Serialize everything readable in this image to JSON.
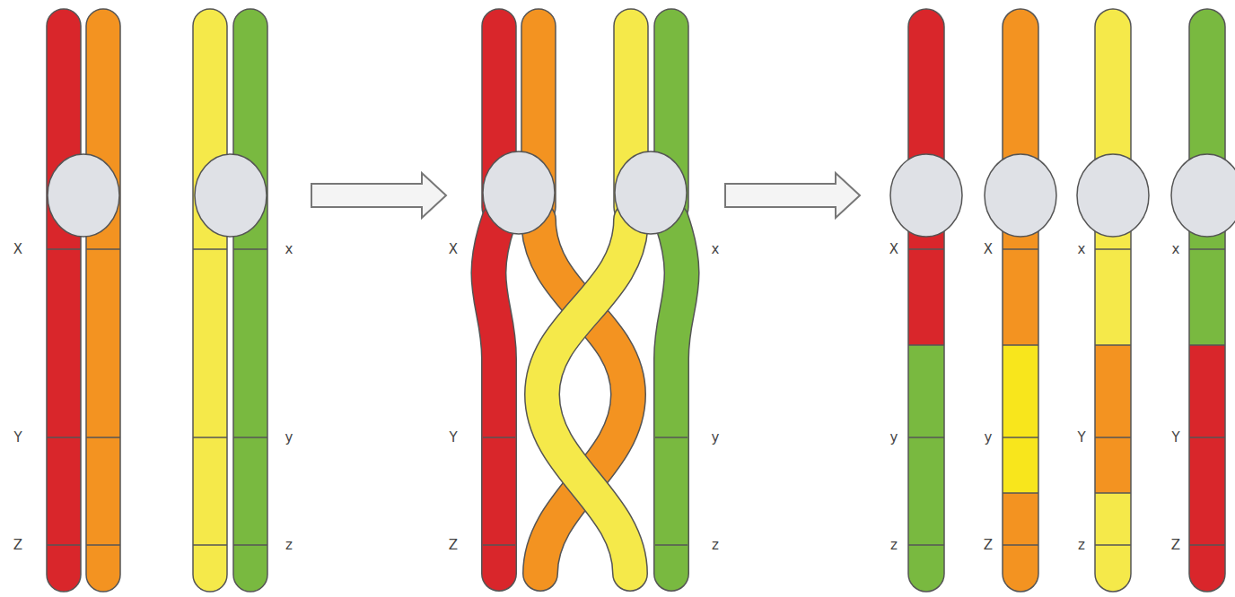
{
  "diagram": {
    "labels": [
      "X",
      "x",
      "Y",
      "y",
      "Z",
      "z",
      "X",
      "x",
      "Y",
      "y",
      "Z",
      "z",
      "X",
      "X",
      "x",
      "x",
      "y",
      "y",
      "Y",
      "Y",
      "z",
      "Z",
      "z",
      "Z"
    ]
  }
}
